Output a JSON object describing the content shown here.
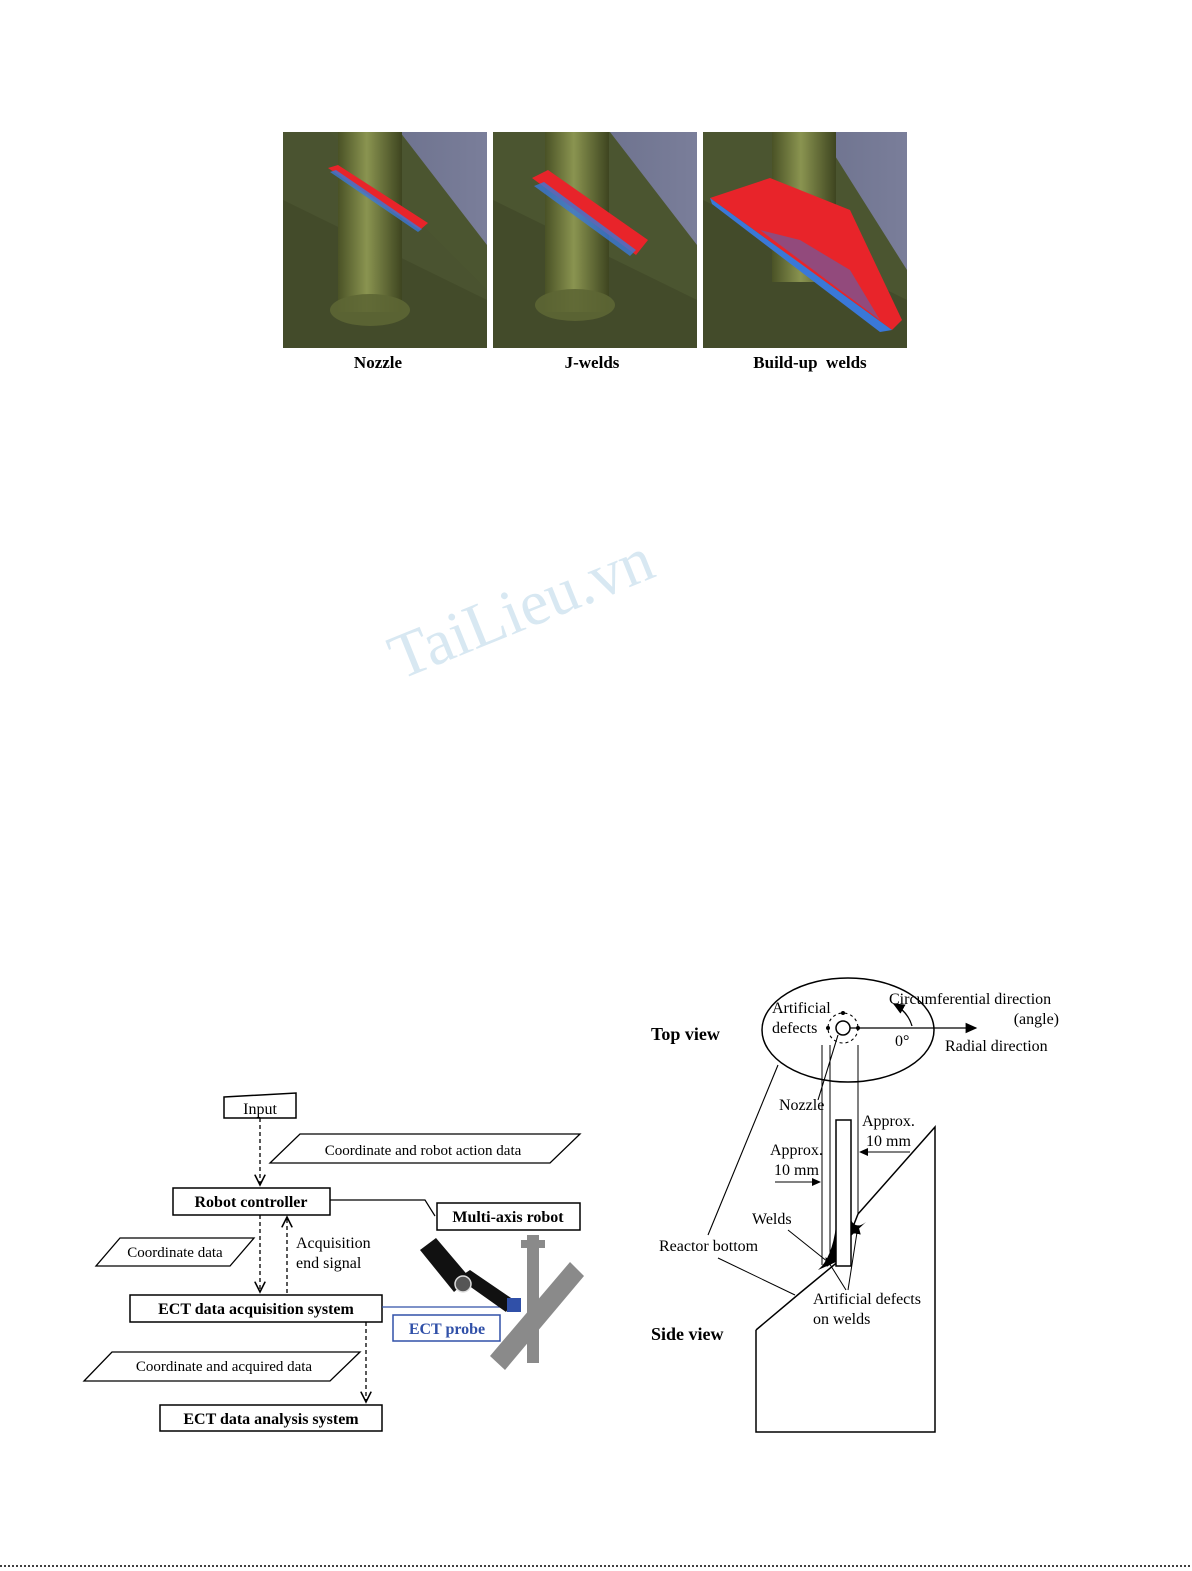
{
  "panels": [
    {
      "label": "Nozzle"
    },
    {
      "label": "J-welds"
    },
    {
      "label": "Build-up  welds"
    }
  ],
  "watermark": "TaiLieu.vn",
  "flow": {
    "input": "Input",
    "coord_action_data": "Coordinate and robot action data",
    "robot_controller": "Robot controller",
    "multi_axis_robot": "Multi-axis robot",
    "coordinate_data": "Coordinate data",
    "acq_end_signal_1": "Acquisition",
    "acq_end_signal_2": "end signal",
    "ect_acquisition": "ECT data acquisition system",
    "ect_probe": "ECT probe",
    "coord_acquired_data": "Coordinate and acquired data",
    "ect_analysis": "ECT data analysis system"
  },
  "views": {
    "top_view": "Top view",
    "artificial_defects_1": "Artificial",
    "artificial_defects_2": "defects",
    "circumferential_1": "Circumferential direction",
    "circumferential_2": "(angle)",
    "zero_deg": "0°",
    "radial": "Radial direction",
    "nozzle": "Nozzle",
    "approx_right_1": "Approx.",
    "approx_right_2": "10 mm",
    "approx_left_1": "Approx.",
    "approx_left_2": "10 mm",
    "welds": "Welds",
    "reactor_bottom": "Reactor bottom",
    "defects_on_welds_1": "Artificial defects",
    "defects_on_welds_2": "on welds",
    "side_view": "Side view"
  },
  "colors": {
    "panel_bg": "#4b5530",
    "backwall": "#666a86",
    "nozzle": "#6e7a3e",
    "defect_red": "#e8242a",
    "defect_blue": "#3a78d8",
    "probe_blue": "#3050a8",
    "robot_grey": "#8a8a8a"
  }
}
